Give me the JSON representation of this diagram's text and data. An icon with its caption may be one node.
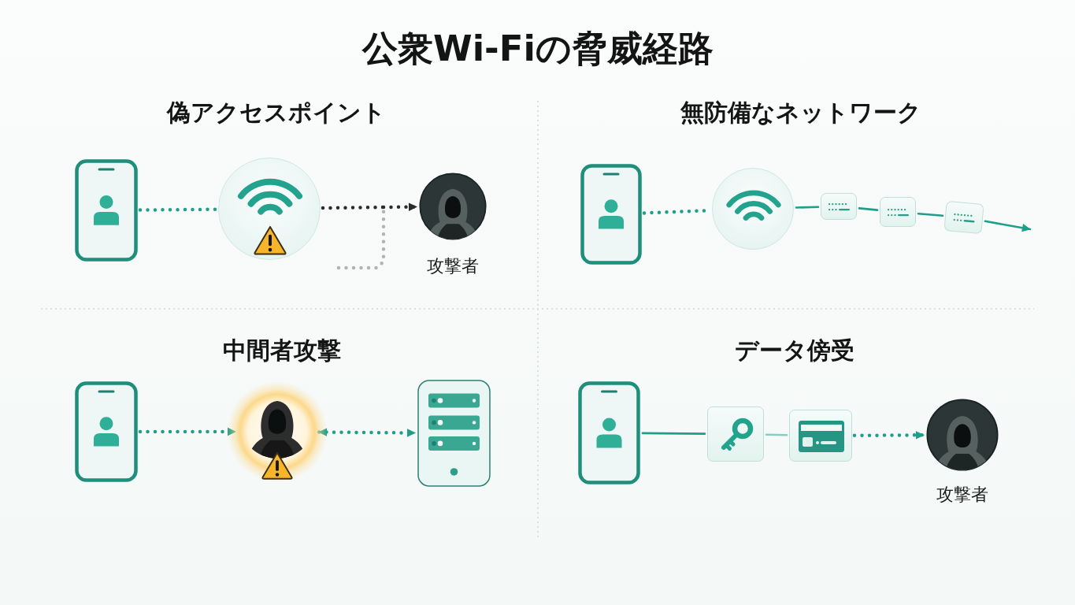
{
  "diagram": {
    "title": "公衆Wi-Fiの脅威経路",
    "nodes": [
      {
        "text": [],
        "shape": "picture"
      },
      {
        "text": [],
        "shape": "circle"
      },
      {
        "text": [
          "攻撃者"
        ]
      },
      {
        "text": [],
        "shape": "picture"
      },
      {
        "text": [],
        "shape": "circle"
      },
      {
        "text": [],
        "shape": "box"
      },
      {
        "text": [],
        "shape": "box"
      },
      {
        "text": [],
        "shape": "box"
      },
      {
        "text": [],
        "shape": "picture"
      },
      {
        "text": [],
        "shape": "person"
      },
      {
        "text": [],
        "shape": "picture"
      },
      {
        "text": [],
        "shape": "picture"
      },
      {
        "text": [],
        "shape": "box"
      },
      {
        "text": [],
        "shape": "box"
      },
      {
        "text": [
          "攻撃者"
        ]
      }
    ],
    "edges": [
      {
        "from": 0,
        "to": 1,
        "arrow": "none",
        "style": "dashed"
      },
      {
        "from": 1,
        "to": 2,
        "arrow": "to",
        "style": "dashed",
        "color": "#2b2b2b"
      },
      {
        "from": null,
        "to": 2,
        "arrow": "to",
        "style": "dashed",
        "color": "#b3b3b3"
      },
      {
        "from": 3,
        "to": 4,
        "arrow": "none",
        "style": "dashed"
      },
      {
        "from": 4,
        "to": 5,
        "arrow": "none"
      },
      {
        "from": 5,
        "to": 6,
        "arrow": "none"
      },
      {
        "from": 6,
        "to": 7,
        "arrow": "none"
      },
      {
        "from": 7,
        "to": null,
        "arrow": "to"
      },
      {
        "from": 8,
        "to": 9,
        "arrow": "to",
        "style": "dashed"
      },
      {
        "from": 9,
        "to": 10,
        "arrow": "both",
        "style": "dashed"
      },
      {
        "from": 11,
        "to": 12,
        "arrow": "none"
      },
      {
        "from": 12,
        "to": 13,
        "arrow": "none",
        "color": "#86cfc0"
      },
      {
        "from": 13,
        "to": 14,
        "arrow": "to",
        "style": "dashed"
      }
    ],
    "labels": [
      "偽アクセスポイント",
      "無防備なネットワーク",
      "中間者攻撃",
      "データ傍受"
    ]
  }
}
